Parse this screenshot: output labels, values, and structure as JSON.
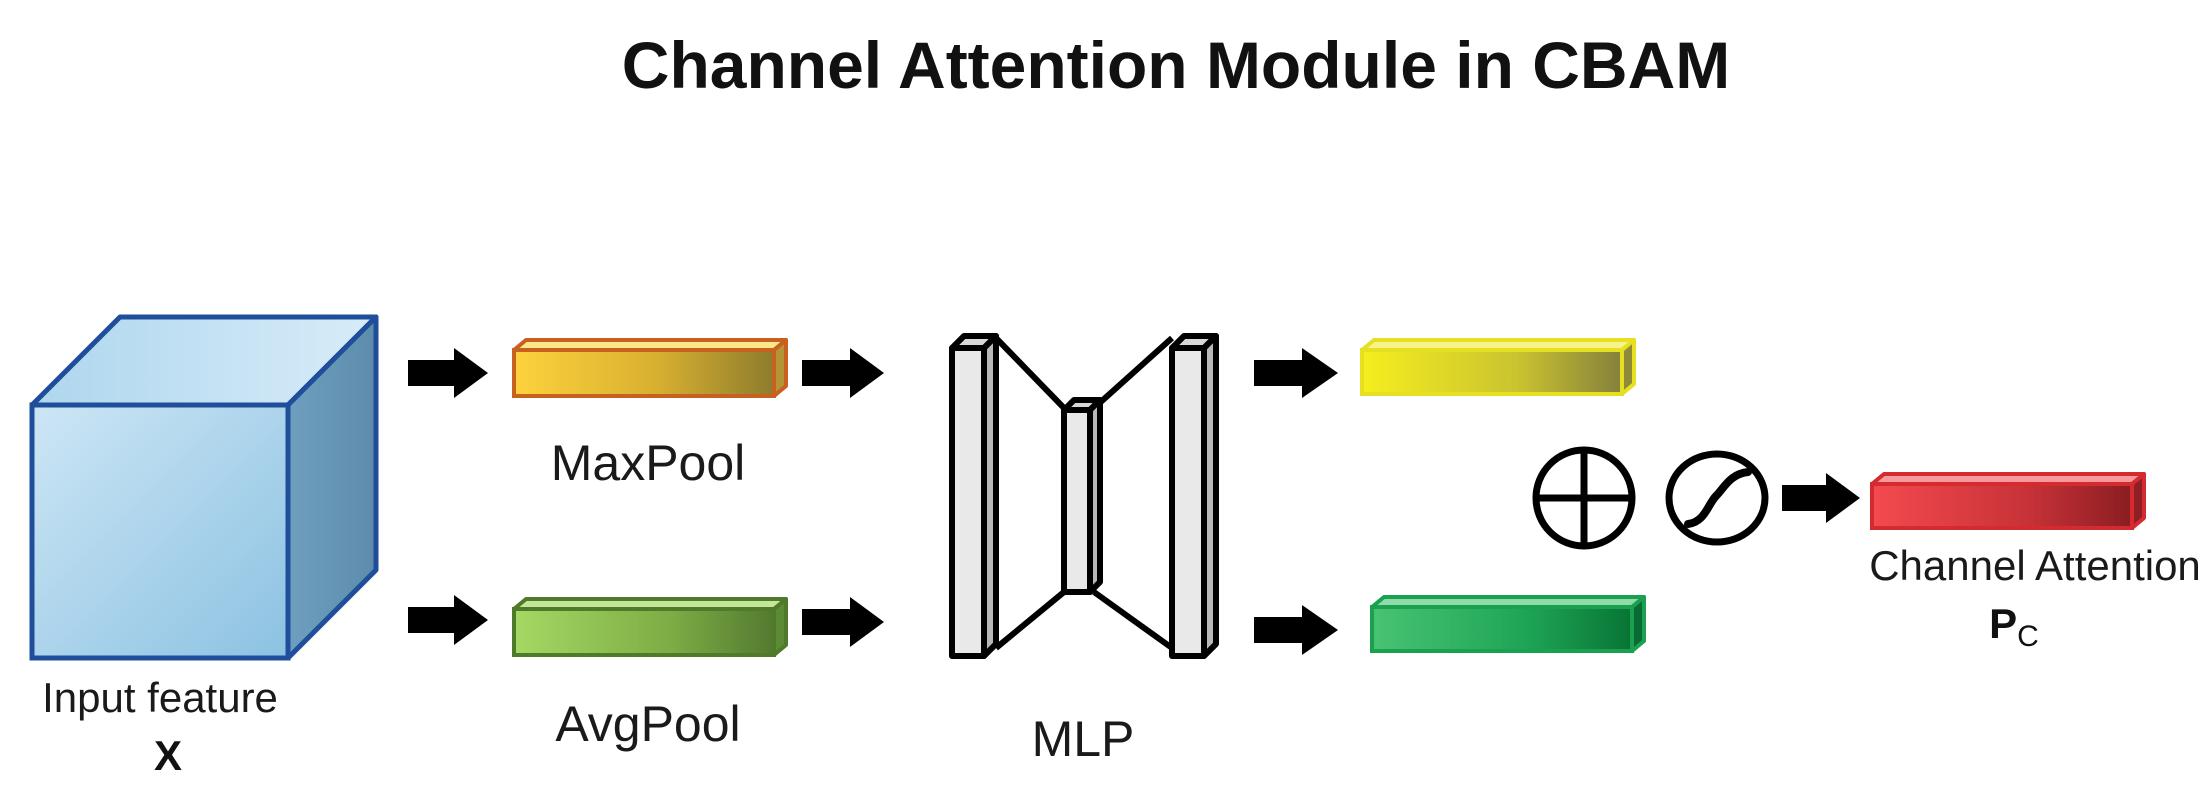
{
  "title": "Channel Attention Module in CBAM",
  "input": {
    "label": "Input feature",
    "symbol": "X",
    "color_front": "#9ecde9",
    "color_border": "#1f4e9a"
  },
  "maxpool": {
    "label": "MaxPool",
    "color_light": "#fccf3a",
    "color_dark": "#9b8a2a",
    "color_border": "#c8611f"
  },
  "avgpool": {
    "label": "AvgPool",
    "color_light": "#9bd05a",
    "color_dark": "#5b8a33",
    "color_border": "#4f7a2a"
  },
  "mlp": {
    "label": "MLP"
  },
  "out_max": {
    "color_light": "#f4ec1e",
    "color_dark": "#8f8a3a",
    "color_border": "#e6e020"
  },
  "out_avg": {
    "color_light": "#3dbb6a",
    "color_dark": "#0b7a3c",
    "color_border": "#1aa04e"
  },
  "operators": {
    "sum_icon": "circle-plus-icon",
    "sigmoid_icon": "sigmoid-icon"
  },
  "output": {
    "label": "Channel Attention",
    "symbol": "P",
    "subscript": "C",
    "color_light": "#f0454a",
    "color_dark": "#8e1f24",
    "color_border": "#d42a30"
  }
}
